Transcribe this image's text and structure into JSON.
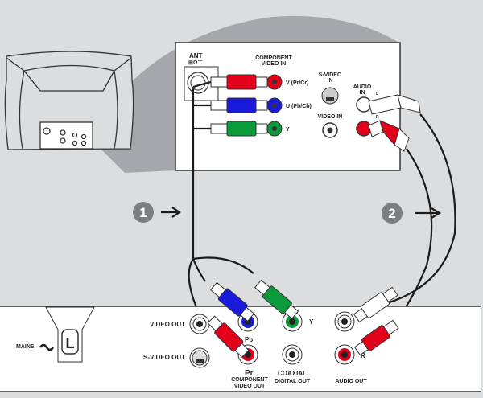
{
  "tv_panel": {
    "ant_label": "ANT",
    "component_in_label_line1": "COMPONENT",
    "component_in_label_line2": "VIDEO IN",
    "v_label": "V (Pr/Cr)",
    "u_label": "U (Pb/Cb)",
    "y_label": "Y",
    "svideo_in_line1": "S-VIDEO",
    "svideo_in_line2": "IN",
    "video_in_label": "VIDEO IN",
    "audio_in_line1": "AUDIO",
    "audio_in_line2": "IN",
    "audio_l": "L",
    "audio_r": "R"
  },
  "steps": [
    {
      "number": "1"
    },
    {
      "number": "2"
    }
  ],
  "player_panel": {
    "mains_label": "MAINS",
    "mains_plug_letter": "L",
    "video_out_label": "VIDEO OUT",
    "svideo_out_label": "S-VIDEO OUT",
    "pb_label": "Pb",
    "pr_label": "Pr",
    "y_label": "Y",
    "component_out_line1": "COMPONENT",
    "component_out_line2": "VIDEO OUT",
    "coaxial_line1": "COAXIAL",
    "coaxial_line2": "DIGITAL OUT",
    "audio_r_label": "R",
    "audio_out_label": "AUDIO OUT"
  },
  "colors": {
    "background": "#dcdddf",
    "magnifier": "#a6a7aa",
    "cable": "#1a1a1a",
    "red": "#e3001b",
    "blue": "#1a1adc",
    "green": "#0a9a3a",
    "white": "#ffffff",
    "step_badge": "#7d7e80"
  }
}
